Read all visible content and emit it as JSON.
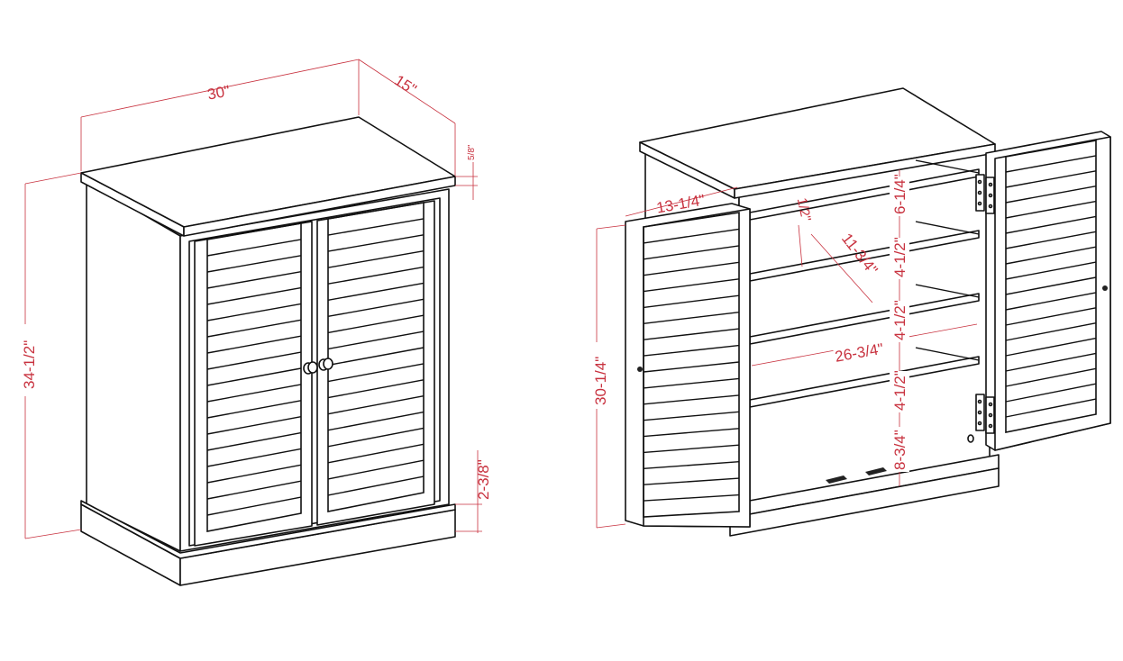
{
  "figure": {
    "left_view": "closed-cabinet",
    "right_view": "open-cabinet",
    "dimension_color": "#c8323f",
    "line_color": "#111111"
  },
  "closed_cabinet": {
    "dimensions": {
      "width": "30\"",
      "depth": "15\"",
      "top_thickness": "5/8\"",
      "height": "34-1/2\"",
      "base_height": "2-3/8\""
    },
    "louvers_per_door": 17,
    "knobs": 2
  },
  "open_cabinet": {
    "dimensions": {
      "door_width": "13-1/4\"",
      "door_height": "30-1/4\"",
      "shelf_thickness": "1/2\"",
      "shelf_depth": "11-3/4\"",
      "interior_width": "26-3/4\"",
      "gap_top": "6-1/4\"",
      "gap_1": "4-1/2\"",
      "gap_2": "4-1/2\"",
      "gap_3": "4-1/2\"",
      "gap_bottom": "8-3/4\""
    },
    "shelves": 4,
    "hinges": 2,
    "floor_tabs": 2
  }
}
